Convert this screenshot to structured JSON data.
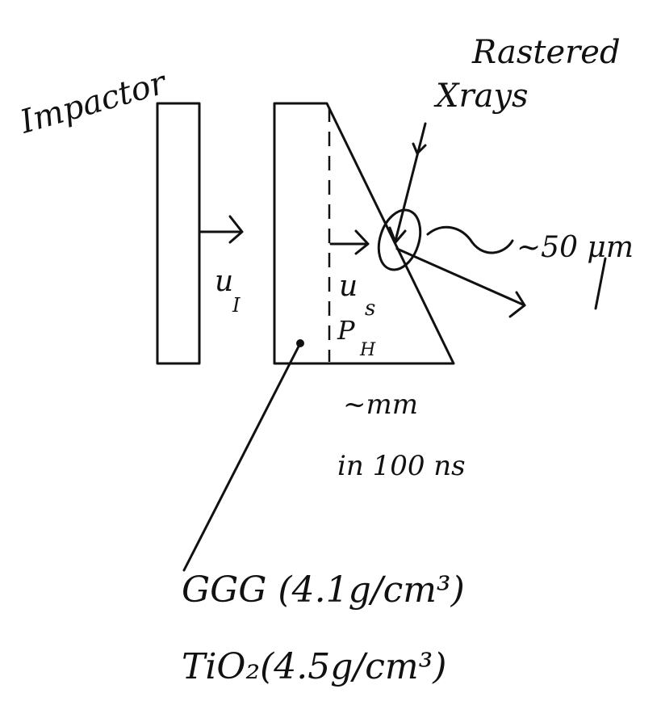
{
  "colors": {
    "ink": "#111111",
    "paper": "#ffffff"
  },
  "labels": {
    "impactor": "Impactor",
    "rastered": "Rastered",
    "xrays": "Xrays",
    "spot_size": "~50 μm",
    "u_i_main": "u",
    "u_i_sub": "I",
    "u_s_main": "u",
    "u_s_sub": "s",
    "p_h_main": "P",
    "p_h_sub": "H",
    "distance_line1": "~mm",
    "distance_line2": "in 100 ns",
    "material_1": "GGG (4.1g/cm³)",
    "material_2": "TiO₂(4.5g/cm³)"
  }
}
